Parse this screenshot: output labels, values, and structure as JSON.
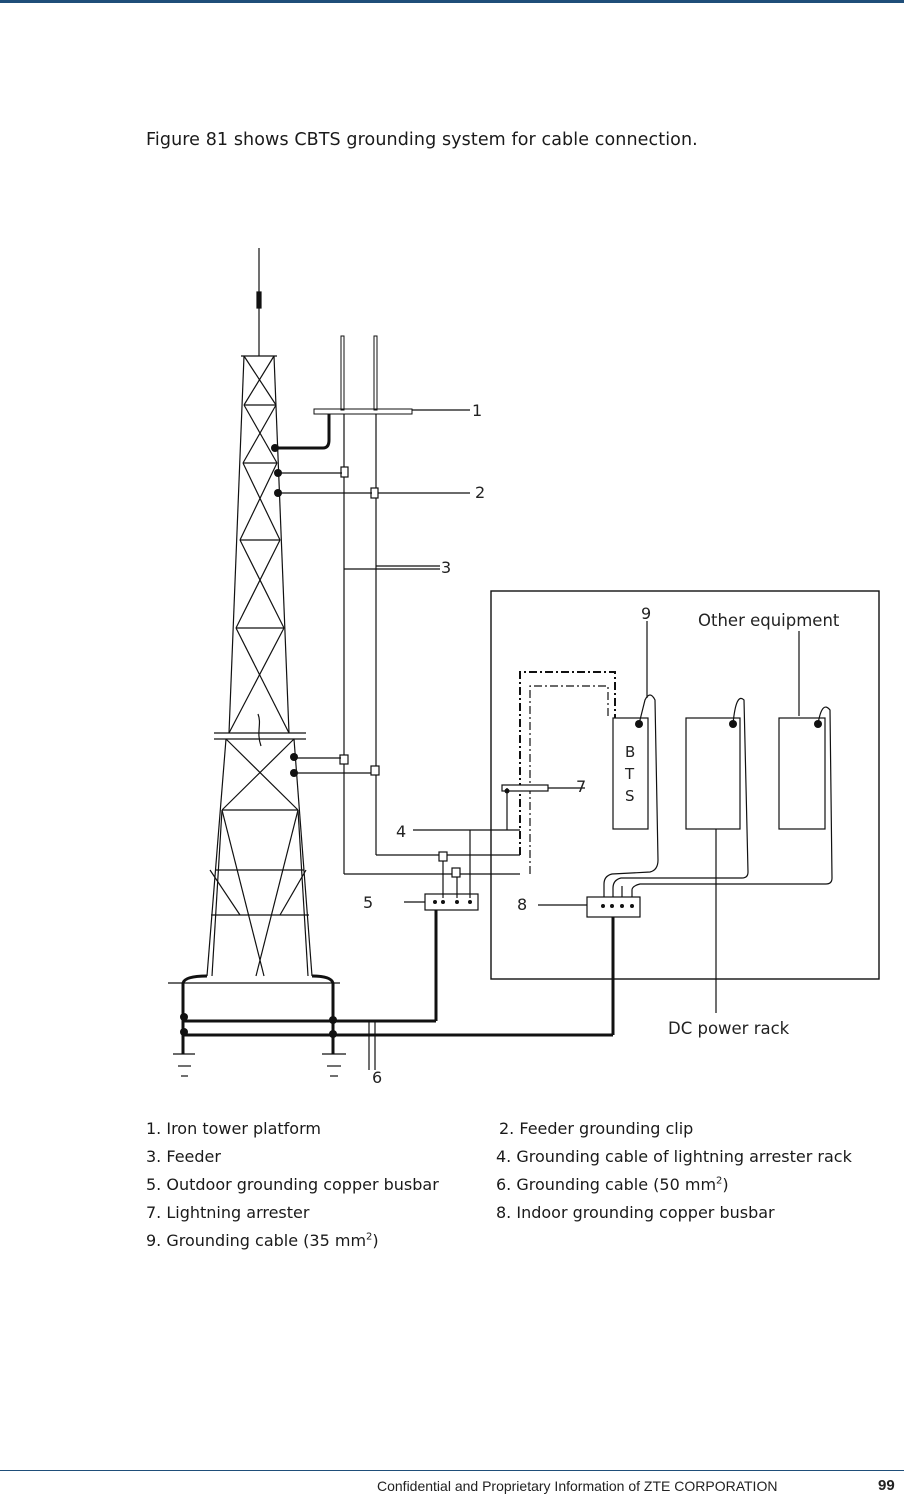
{
  "intro_text": "Figure 81 shows CBTS grounding system for cable connection.",
  "diagram": {
    "callouts": [
      "1",
      "2",
      "3",
      "4",
      "5",
      "6",
      "7",
      "8",
      "9"
    ],
    "bts_letters": [
      "B",
      "T",
      "S"
    ],
    "other_equipment_label": "Other equipment",
    "dc_power_rack_label": "DC power rack"
  },
  "legend": [
    {
      "number": "1.",
      "text": "Iron tower platform"
    },
    {
      "number": "2.",
      "text": "Feeder grounding clip"
    },
    {
      "number": "3.",
      "text": "Feeder"
    },
    {
      "number": "4.",
      "text": "Grounding cable of lightning arrester rack"
    },
    {
      "number": "5.",
      "text": "Outdoor grounding copper busbar"
    },
    {
      "number": "6.",
      "text": "Grounding cable (50 mm",
      "sup": "2",
      "suffix": ")"
    },
    {
      "number": "7.",
      "text": "Lightning arrester"
    },
    {
      "number": "8.",
      "text": "Indoor grounding copper busbar"
    },
    {
      "number": "9.",
      "text": "Grounding cable (35 mm",
      "sup": "2",
      "suffix": ")"
    }
  ],
  "footer": {
    "text": "Confidential and Proprietary Information of ZTE CORPORATION",
    "page_number": "99"
  }
}
